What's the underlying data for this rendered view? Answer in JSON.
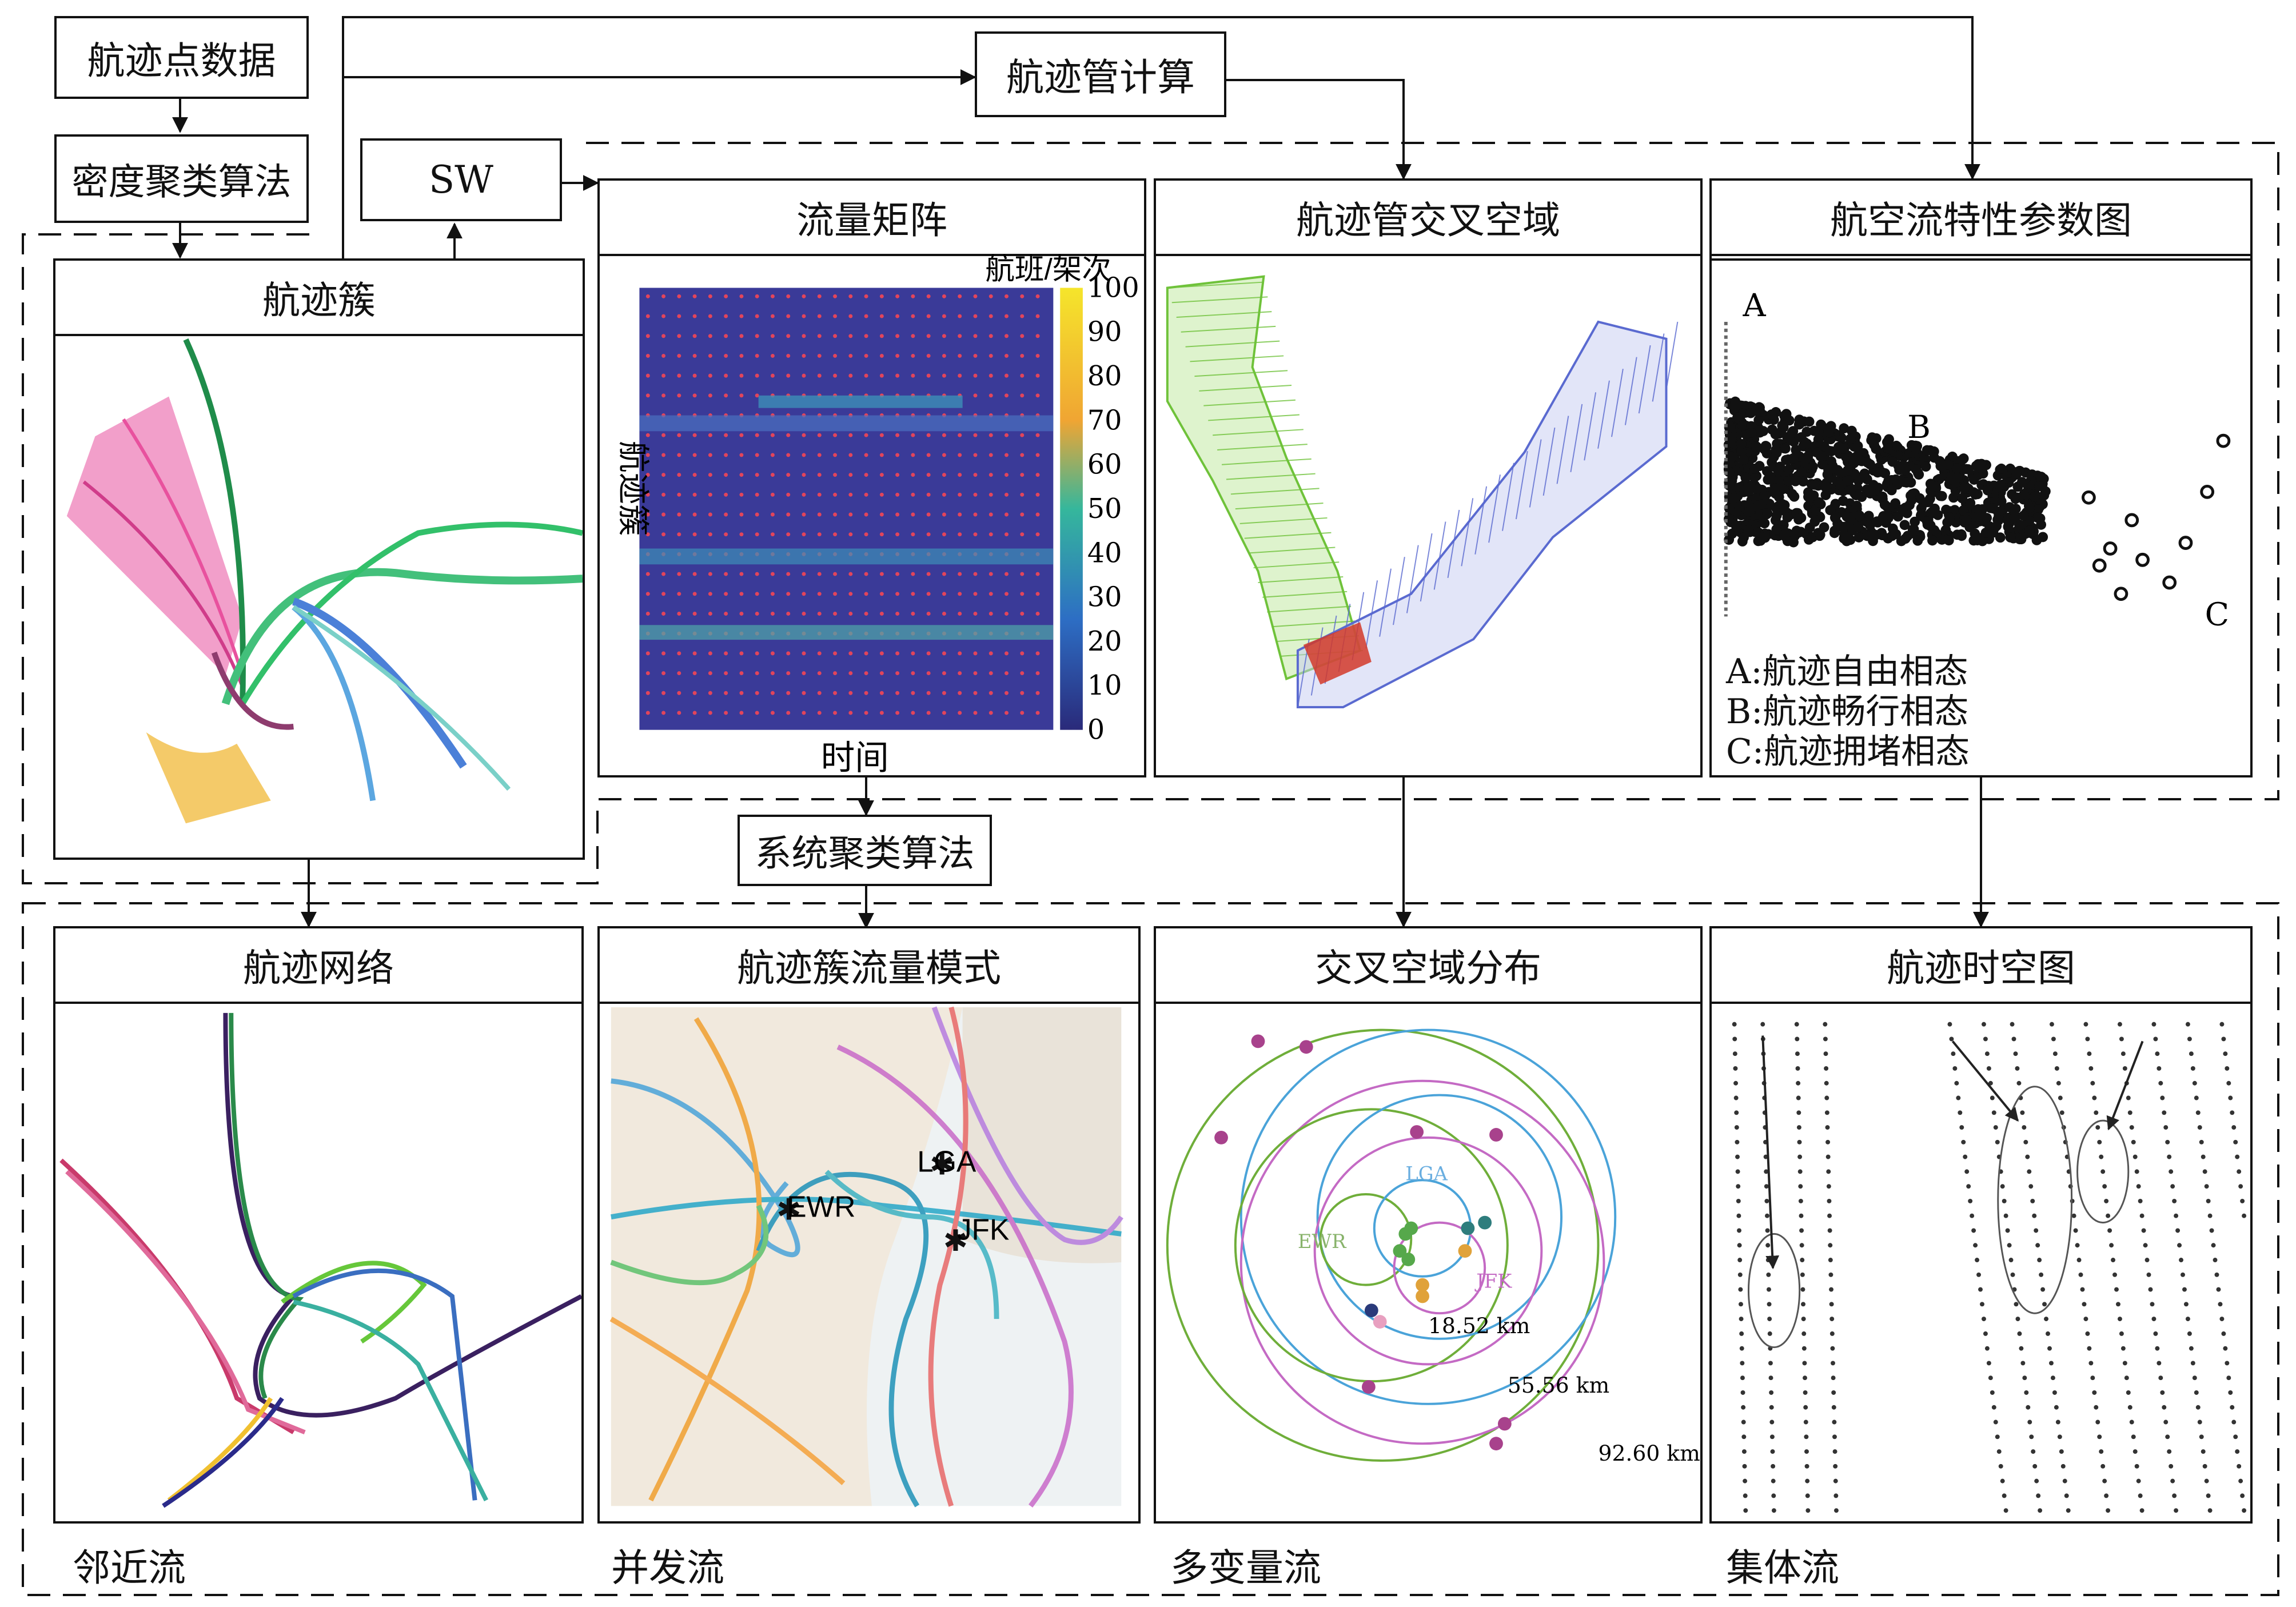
{
  "inputs": {
    "track_points": "航迹点数据",
    "density_clustering": "密度聚类算法",
    "sw": "SW",
    "tube_calc": "航迹管计算",
    "system_clustering": "系统聚类算法"
  },
  "panels": {
    "track_cluster": {
      "title": "航迹簇"
    },
    "flow_matrix": {
      "title": "流量矩阵",
      "ylabel": "航迹簇",
      "xlabel": "时间",
      "colorbar_title": "航班/架次",
      "colorbar_ticks": [
        "100",
        "90",
        "80",
        "70",
        "60",
        "50",
        "40",
        "30",
        "20",
        "10",
        "0"
      ]
    },
    "tube_airspace": {
      "title": "航迹管交叉空域"
    },
    "param_chart": {
      "title": "航空流特性参数图",
      "marks": [
        "A",
        "B",
        "C"
      ],
      "legend": [
        "A:航迹自由相态",
        "B:航迹畅行相态",
        "C:航迹拥堵相态"
      ]
    },
    "track_network": {
      "title": "航迹网络",
      "caption": "邻近流"
    },
    "cluster_flow_pattern": {
      "title": "航迹簇流量模式",
      "caption": "并发流",
      "airports": [
        "LGA",
        "EWR",
        "JFK"
      ]
    },
    "cross_distribution": {
      "title": "交叉空域分布",
      "caption": "多变量流",
      "airports": [
        "LGA",
        "EWR",
        "JFK"
      ],
      "radii": [
        "18.52 km",
        "55.56 km",
        "92.60 km"
      ]
    },
    "spacetime": {
      "title": "航迹时空图",
      "caption": "集体流"
    }
  },
  "colors": {
    "line": "#111111",
    "matrix_bg": "#3a3a98",
    "tube_green": "#6fc23a",
    "tube_blue": "#5a6ad0"
  }
}
